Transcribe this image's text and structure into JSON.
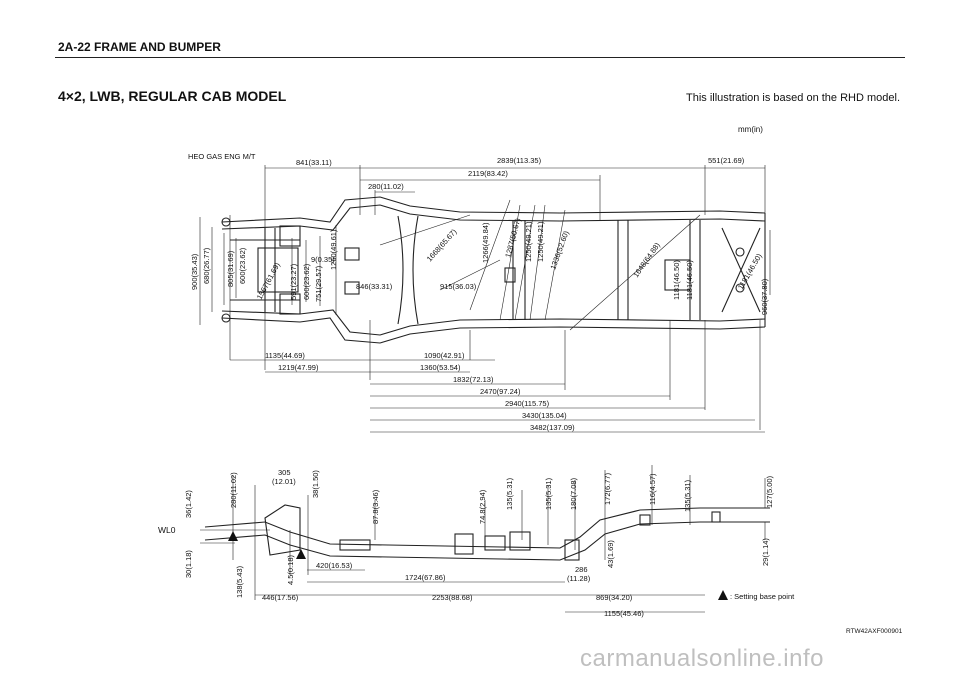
{
  "header": {
    "title": "2A-22  FRAME AND BUMPER",
    "model": "4×2, LWB, REGULAR CAB MODEL",
    "note": "This illustration is based on the RHD model.",
    "unit": "mm(in)",
    "code": "RTW42AXF000901",
    "engine": "HEO GAS ENG M/T"
  },
  "plan_dims": {
    "top": [
      "841(33.11)",
      "2839(113.35)",
      "551(21.69)",
      "2119(83.42)",
      "280(11.02)"
    ],
    "left": [
      "900(35.43)",
      "680(26.77)",
      "805(31.69)",
      "600(23.62)",
      "1567(61.69)",
      "591(23.27)",
      "600(23.62)",
      "751(29.57)",
      "9(0.35)",
      "1260(49.61)"
    ],
    "middle": [
      "846(33.31)",
      "915(36.03)",
      "1668(65.67)",
      "1266(49.84)",
      "1287(50.67)",
      "1250(49.21)",
      "1250(49.21)",
      "1336(52.60)",
      "1648(64.88)"
    ],
    "right": [
      "1181(46.50)",
      "1181(46.50)",
      "1181(46.50)",
      "960(37.80)"
    ],
    "bottom": [
      "1135(44.69)",
      "1090(42.91)",
      "1219(47.99)",
      "1360(53.54)",
      "1832(72.13)",
      "2470(97.24)",
      "2940(115.75)",
      "3430(135.04)",
      "3482(137.09)"
    ]
  },
  "side_dims": {
    "reference": "WL0",
    "vertical": [
      "36(1.42)",
      "30(1.18)",
      "138(5.43)",
      "280(11.02)",
      "38(1.50)",
      "4.5(0.18)",
      "87.8(3.46)",
      "74.8(2.94)",
      "135(5.31)",
      "135(5.31)",
      "180(7.08)",
      "172(6.77)",
      "116(4.57)",
      "43(1.69)",
      "135(5.31)",
      "127(5.00)",
      "29(1.14)"
    ],
    "top_label": [
      "305",
      "(12.01)"
    ],
    "near_label": [
      "286",
      "(11.28)"
    ],
    "horizontal": [
      "420(16.53)",
      "1724(67.86)",
      "446(17.56)",
      "2253(88.68)",
      "869(34.20)",
      "1155(45.46)"
    ],
    "legend": ": Setting base point"
  },
  "watermark": "carmanualsonline.info"
}
